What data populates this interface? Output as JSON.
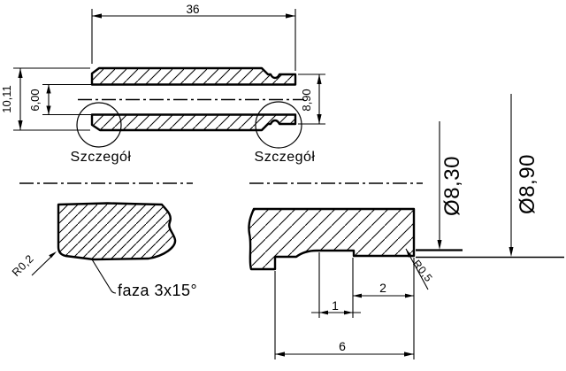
{
  "drawing": {
    "background_color": "#ffffff",
    "line_color": "#000000",
    "main_view": {
      "length": "36",
      "outer_diameter": "10,11",
      "bore_diameter": "6,00",
      "end_diameter": "8,90",
      "detail_left_label": "Szczegół",
      "detail_right_label": "Szczegół"
    },
    "detail_left_view": {
      "corner_radius": "R0,2",
      "chamfer": "faza 3x15°"
    },
    "detail_right_view": {
      "groove_diameter": "Ø8,30",
      "end_diameter": "Ø8,90",
      "groove_radius": "R0,5",
      "groove_width": "1",
      "end_land_length": "2",
      "reduced_section_length": "6"
    }
  }
}
